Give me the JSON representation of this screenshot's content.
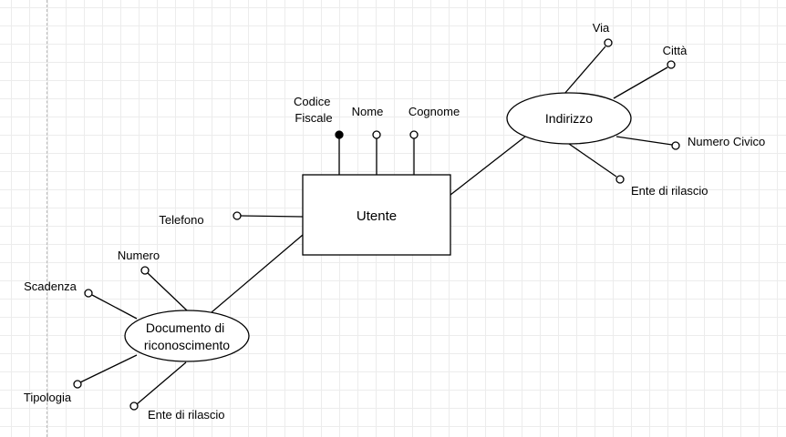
{
  "entity": {
    "name": "Utente"
  },
  "entity_attributes": {
    "codice_fiscale": [
      "Codice",
      "Fiscale"
    ],
    "nome": "Nome",
    "cognome": "Cognome",
    "telefono": "Telefono"
  },
  "indirizzo": {
    "name": "Indirizzo",
    "attributes": {
      "via": "Via",
      "citta": "Città",
      "numero_civico": "Numero Civico",
      "ente_di_rilascio": "Ente di rilascio"
    }
  },
  "documento": {
    "name": [
      "Documento di",
      "riconoscimento"
    ],
    "attributes": {
      "numero": "Numero",
      "scadenza": "Scadenza",
      "tipologia": "Tipologia",
      "ente_di_rilascio": "Ente di rilascio"
    }
  }
}
